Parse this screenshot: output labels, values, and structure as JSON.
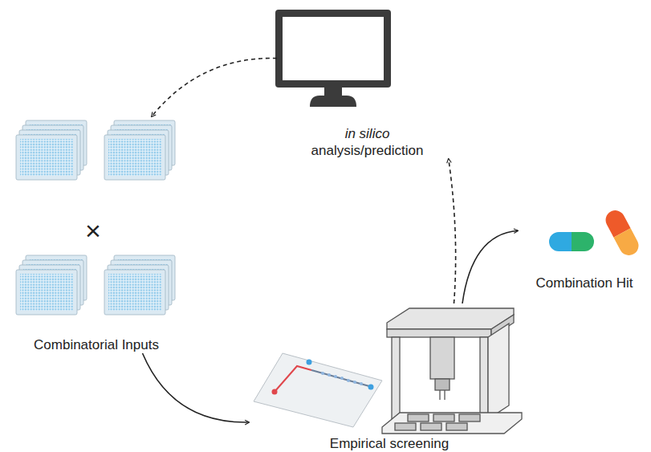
{
  "diagram": {
    "nodes": [
      {
        "text": [
          "in silico",
          "analysis/prediction"
        ]
      },
      {
        "text": [
          "Combinatorial Inputs"
        ]
      },
      {
        "text": [
          "Empirical screening"
        ]
      },
      {
        "text": [
          "Combination Hit"
        ]
      }
    ],
    "edges": [
      {
        "from": 1,
        "to": 2,
        "arrow": "to"
      },
      {
        "from": 2,
        "to": 0,
        "arrow": "to"
      },
      {
        "from": 0,
        "to": 1,
        "arrow": "to"
      },
      {
        "from": 2,
        "to": 3,
        "arrow": "to"
      }
    ],
    "labels": [
      "×"
    ]
  }
}
